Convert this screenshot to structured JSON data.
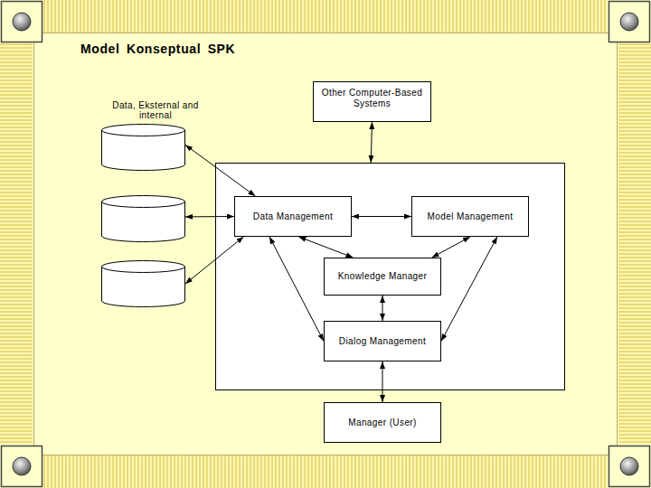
{
  "diagram": {
    "title": "Model Konseptual SPK",
    "nodes": [
      {
        "text": [
          "Other Computer-Based Systems"
        ]
      },
      {
        "text": [
          "Data, Eksternal and internal"
        ]
      },
      {
        "text": []
      },
      {
        "text": [
          "Data Management"
        ],
        "in": 2
      },
      {
        "text": [
          "Model Management"
        ],
        "in": 2
      },
      {
        "text": []
      },
      {
        "text": [
          "Knowledge Manager"
        ],
        "in": 2
      },
      {
        "text": []
      },
      {
        "text": [
          "Dialog Management"
        ],
        "in": 2
      },
      {
        "text": [
          "Manager (User)"
        ]
      }
    ],
    "edges": [
      {
        "from": 0,
        "to": 2,
        "arrow": "both"
      },
      {
        "from": 1,
        "to": 3,
        "arrow": "both"
      },
      {
        "from": 5,
        "to": 3,
        "arrow": "both"
      },
      {
        "from": 7,
        "to": 3,
        "arrow": "both"
      },
      {
        "from": 3,
        "to": 4,
        "arrow": "both"
      },
      {
        "from": 3,
        "to": 6,
        "arrow": "both"
      },
      {
        "from": 4,
        "to": 6,
        "arrow": "both"
      },
      {
        "from": 6,
        "to": 8,
        "arrow": "both"
      },
      {
        "from": 3,
        "to": 8,
        "arrow": "both"
      },
      {
        "from": 4,
        "to": 8,
        "arrow": "both"
      },
      {
        "from": 8,
        "to": 9,
        "arrow": "both"
      }
    ]
  }
}
